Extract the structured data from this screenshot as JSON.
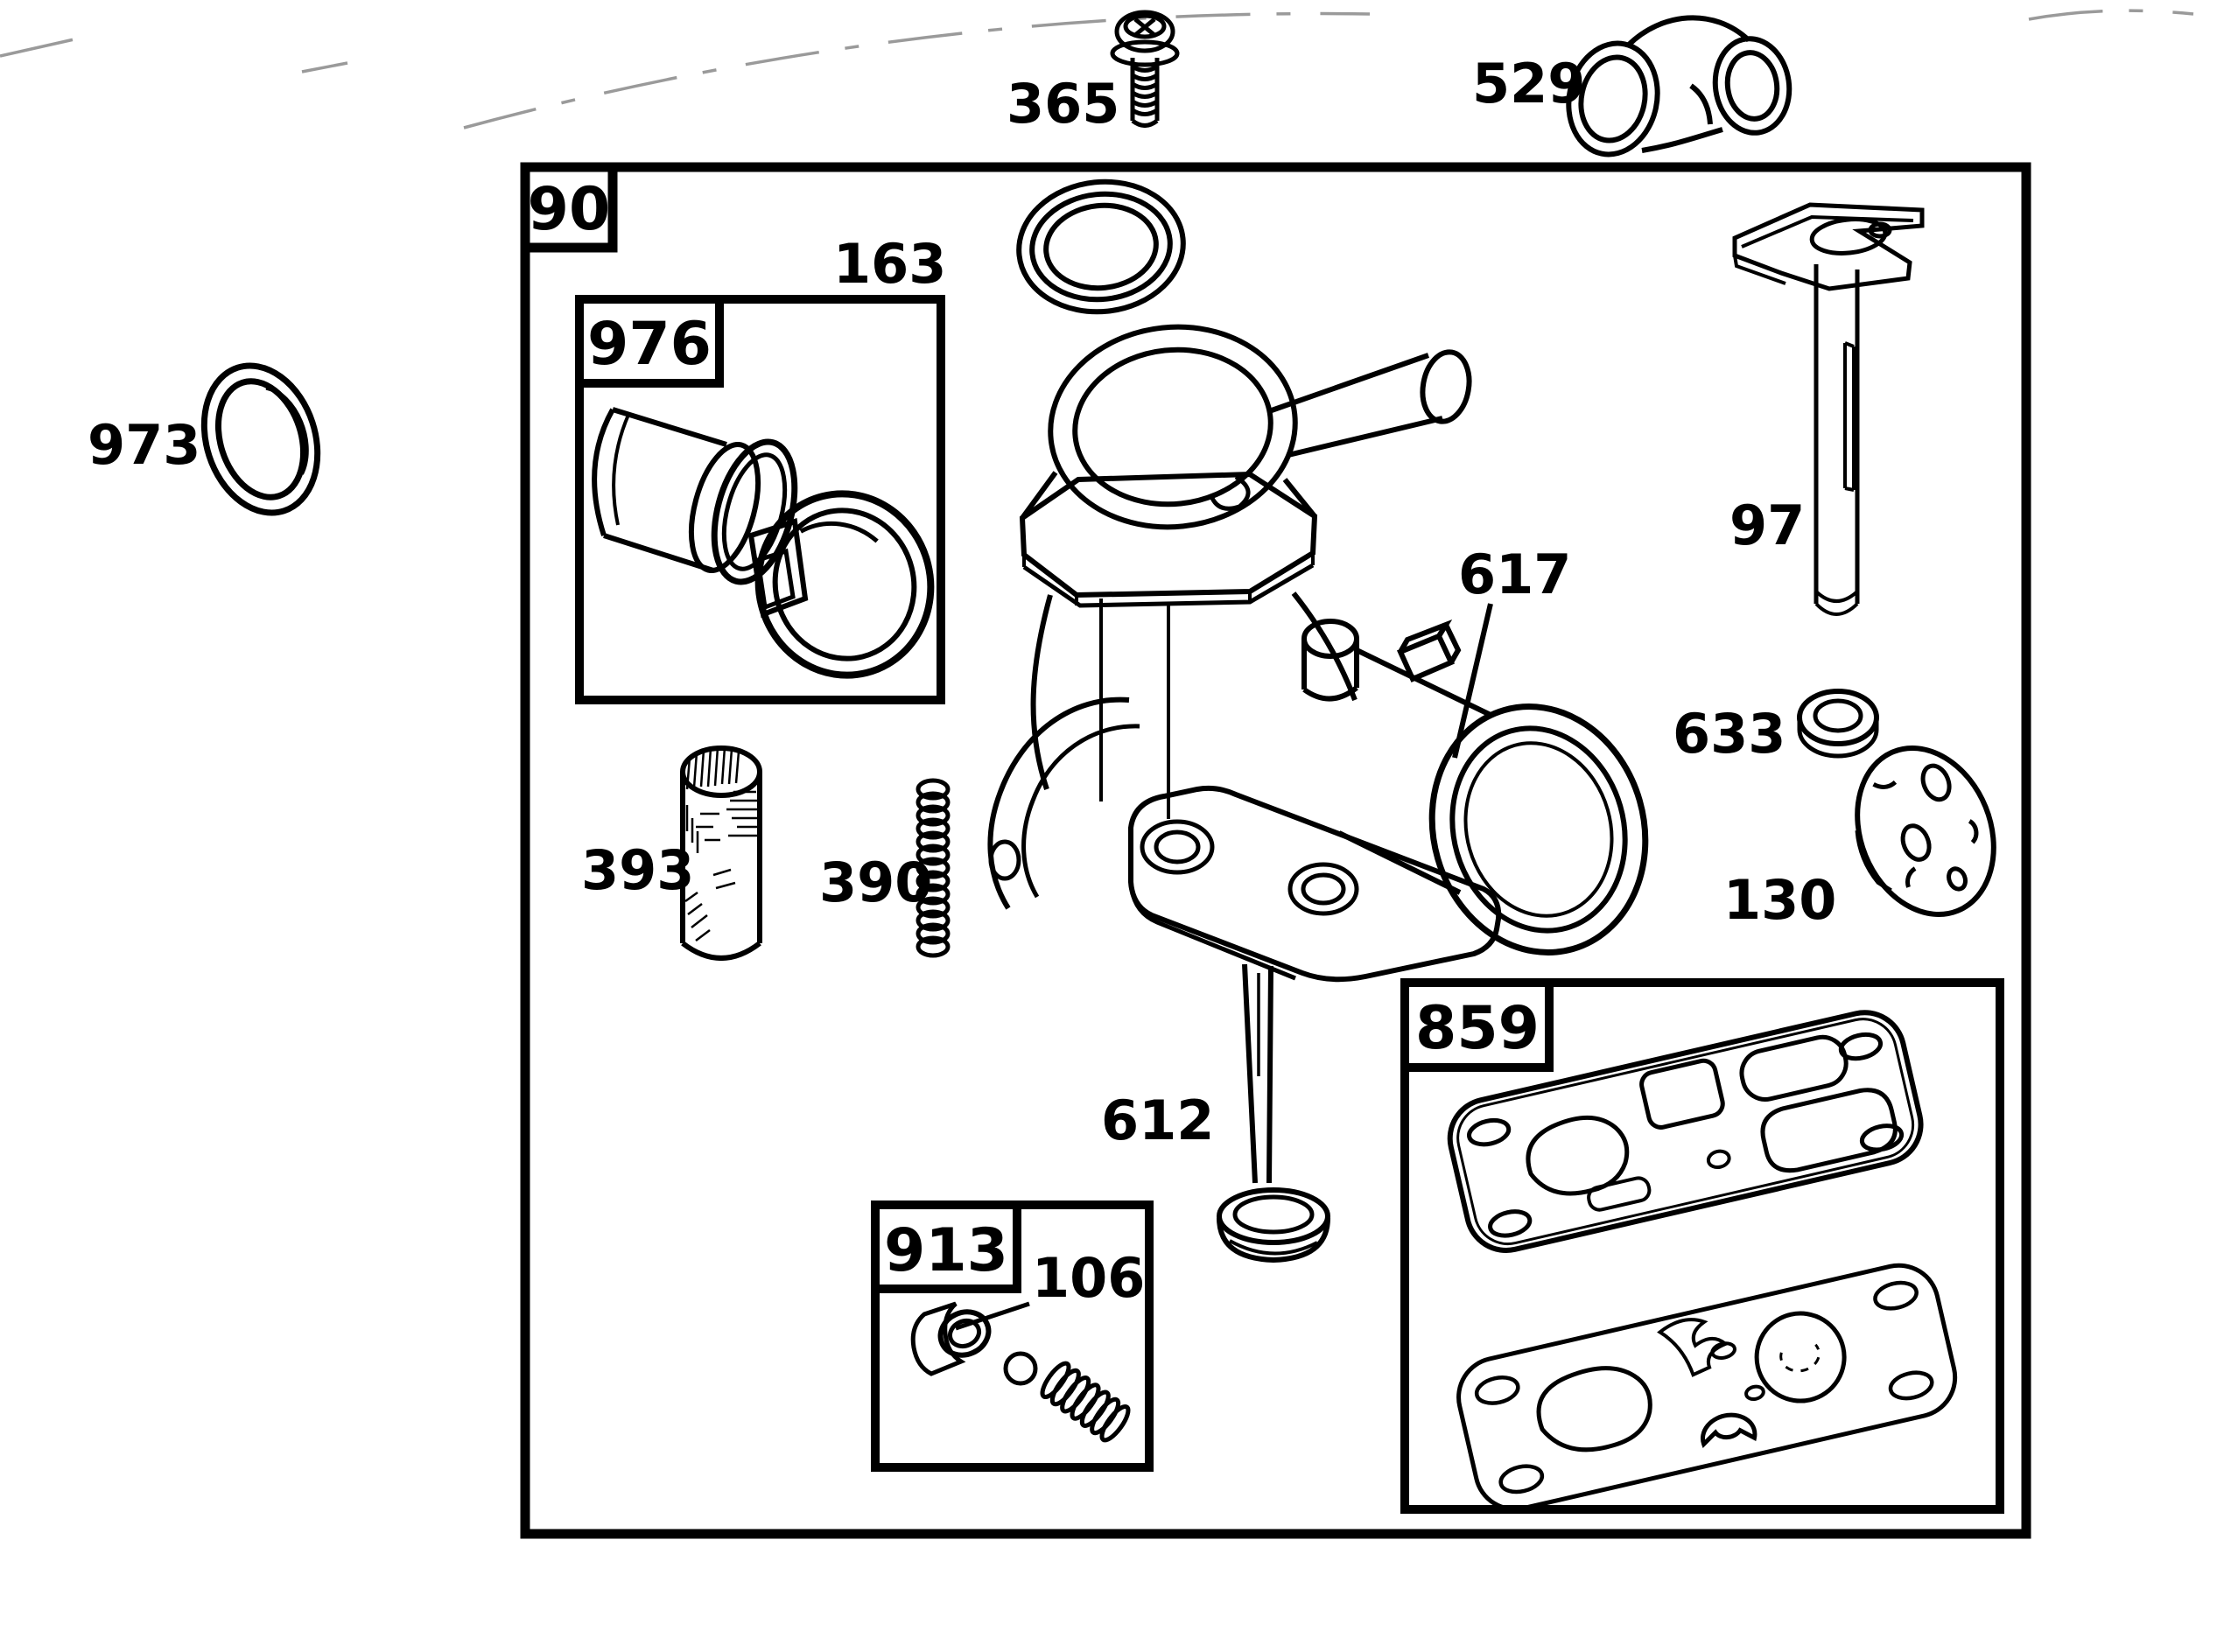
{
  "diagram": {
    "kind": "exploded-parts-diagram",
    "subject": "carburetor-assembly",
    "colors": {
      "background": "#ffffff",
      "ink": "#000000",
      "faint": "#9a9a9a"
    },
    "callouts": {
      "boxed": [
        "90",
        "976",
        "913",
        "859"
      ],
      "plain": [
        "973",
        "365",
        "529",
        "163",
        "97",
        "617",
        "633",
        "130",
        "393",
        "390",
        "612",
        "106"
      ]
    },
    "labels": {
      "p90": "90",
      "p973": "973",
      "p365": "365",
      "p529": "529",
      "p163": "163",
      "p976": "976",
      "p97": "97",
      "p617": "617",
      "p633": "633",
      "p130": "130",
      "p393": "393",
      "p390": "390",
      "p612": "612",
      "p859": "859",
      "p913": "913",
      "p106": "106"
    }
  }
}
